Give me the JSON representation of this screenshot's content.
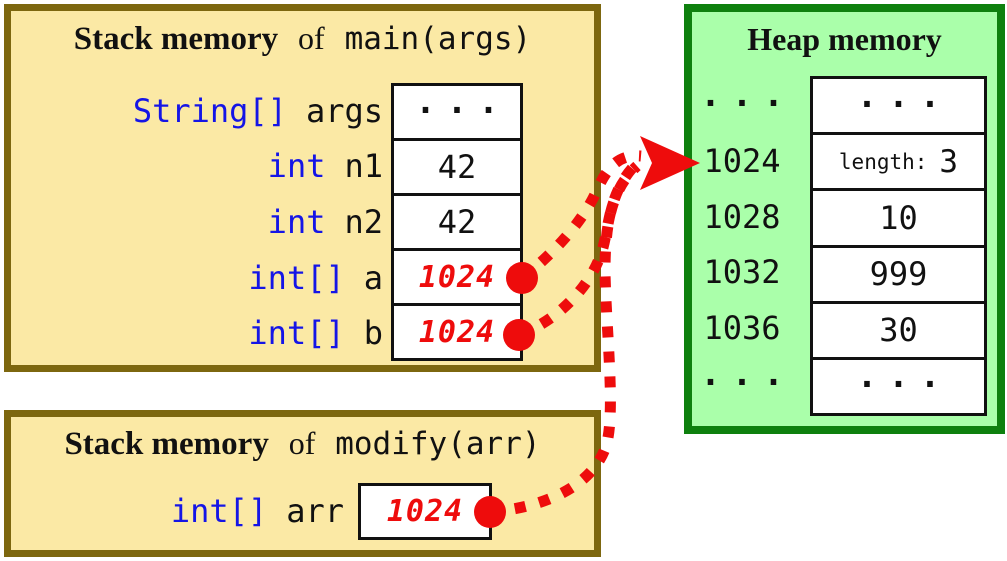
{
  "stack_main": {
    "title_bold": "Stack memory",
    "title_connector": "of",
    "title_code": "main(args)",
    "rows": [
      {
        "type": "String[]",
        "name": "args",
        "value": "...",
        "kind": "dots"
      },
      {
        "type": "int",
        "name": "n1",
        "value": "42",
        "kind": "plain"
      },
      {
        "type": "int",
        "name": "n2",
        "value": "42",
        "kind": "plain"
      },
      {
        "type": "int[]",
        "name": "a",
        "value": "1024",
        "kind": "reference"
      },
      {
        "type": "int[]",
        "name": "b",
        "value": "1024",
        "kind": "reference"
      }
    ]
  },
  "stack_modify": {
    "title_bold": "Stack memory",
    "title_connector": "of",
    "title_code": "modify(arr)",
    "rows": [
      {
        "type": "int[]",
        "name": "arr",
        "value": "1024",
        "kind": "reference"
      }
    ]
  },
  "heap": {
    "title": "Heap memory",
    "rows": [
      {
        "address": "...",
        "value": "...",
        "kind": "dots"
      },
      {
        "address": "1024",
        "value_label": "length:",
        "value": "3",
        "kind": "length"
      },
      {
        "address": "1028",
        "value": "10",
        "kind": "plain"
      },
      {
        "address": "1032",
        "value": "999",
        "kind": "plain"
      },
      {
        "address": "1036",
        "value": "30",
        "kind": "plain"
      },
      {
        "address": "...",
        "value": "...",
        "kind": "dots"
      }
    ]
  },
  "pointer": {
    "referenced_address": "1024"
  },
  "colors": {
    "stack_background": "#fbe9a5",
    "stack_border": "#7d670f",
    "heap_background": "#aaffaa",
    "heap_border": "#0e800e",
    "type_blue": "#1515e6",
    "reference_red": "#ee0c0c",
    "cell_border": "#111111"
  }
}
